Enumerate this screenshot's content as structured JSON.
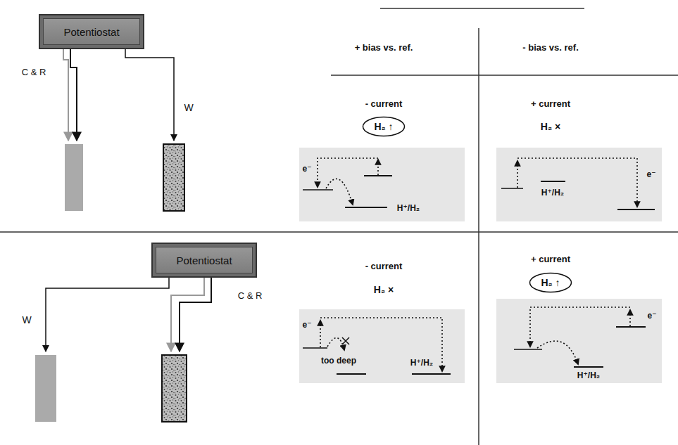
{
  "diagram": {
    "nodes": [
      {
        "text": [
          "Potentiostat"
        ]
      },
      {
        "text": [
          "H₂ ↑"
        ]
      },
      {
        "text": [
          "e⁻",
          "H⁺/H₂"
        ]
      },
      {
        "text": [
          "H⁺/H₂",
          "e⁻"
        ]
      },
      {
        "text": [
          "Potentiostat"
        ]
      },
      {
        "text": [
          "e⁻",
          "too deep",
          "H⁺/H₂"
        ]
      },
      {
        "text": [
          "H₂ ↑"
        ]
      },
      {
        "text": [
          "e⁻",
          "H⁺/H₂"
        ]
      }
    ],
    "labels": [
      "+ bias vs. ref.",
      "- bias vs. ref.",
      "C & R",
      "W",
      "- current",
      "+ current",
      "H₂ ×",
      "W",
      "C & R",
      "- current",
      "+ current",
      "H₂ ×"
    ]
  }
}
